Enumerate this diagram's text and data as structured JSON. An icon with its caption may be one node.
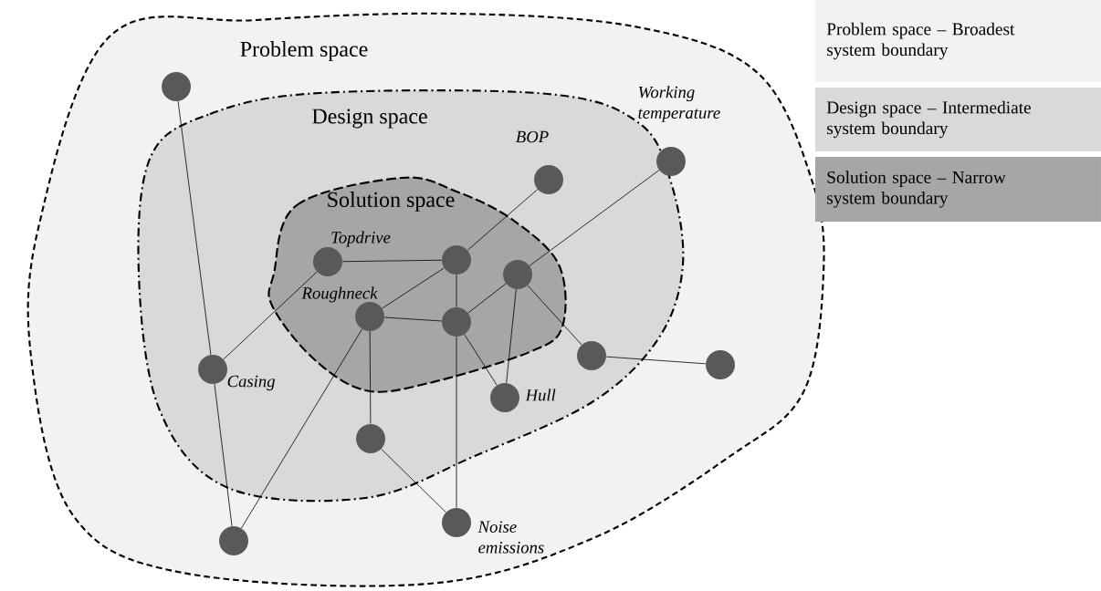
{
  "diagram": {
    "nodes": [
      {
        "text": [
          "Problem space"
        ]
      },
      {
        "text": [
          "Design space"
        ],
        "in": 0
      },
      {
        "text": [
          "Solution space"
        ],
        "in": 1
      },
      {
        "text": [],
        "shape": "circle",
        "in": 0
      },
      {
        "text": [],
        "shape": "circle",
        "in": 2,
        "beside": [
          "Topdrive"
        ]
      },
      {
        "text": [],
        "shape": "circle",
        "in": 2
      },
      {
        "text": [],
        "shape": "circle",
        "in": 2
      },
      {
        "text": [],
        "shape": "circle",
        "in": 2,
        "beside": [
          "Roughneck"
        ]
      },
      {
        "text": [],
        "shape": "circle",
        "in": 2
      },
      {
        "text": [],
        "shape": "circle",
        "in": 1,
        "beside": [
          "BOP"
        ]
      },
      {
        "text": [],
        "shape": "circle",
        "in": 1,
        "beside": [
          "Working temperature"
        ]
      },
      {
        "text": [],
        "shape": "circle",
        "in": 1,
        "beside": [
          "Casing"
        ]
      },
      {
        "text": [],
        "shape": "circle",
        "in": 1,
        "beside": [
          "Hull"
        ]
      },
      {
        "text": [],
        "shape": "circle",
        "in": 1
      },
      {
        "text": [],
        "shape": "circle",
        "in": 0
      },
      {
        "text": [],
        "shape": "circle",
        "in": 1
      },
      {
        "text": [],
        "shape": "circle",
        "in": 0,
        "beside": [
          "Noise emissions"
        ]
      },
      {
        "text": [],
        "shape": "circle",
        "in": 0
      }
    ],
    "edges": [
      {
        "from": 3,
        "to": 11,
        "arrow": "none"
      },
      {
        "from": 11,
        "to": 17,
        "arrow": "none"
      },
      {
        "from": 11,
        "to": 4,
        "arrow": "none"
      },
      {
        "from": 4,
        "to": 5,
        "arrow": "none"
      },
      {
        "from": 5,
        "to": 9,
        "arrow": "none"
      },
      {
        "from": 5,
        "to": 7,
        "arrow": "none"
      },
      {
        "from": 5,
        "to": 8,
        "arrow": "none"
      },
      {
        "from": 7,
        "to": 8,
        "arrow": "none"
      },
      {
        "from": 7,
        "to": 15,
        "arrow": "none"
      },
      {
        "from": 7,
        "to": 17,
        "arrow": "none"
      },
      {
        "from": 8,
        "to": 6,
        "arrow": "none"
      },
      {
        "from": 6,
        "to": 10,
        "arrow": "none"
      },
      {
        "from": 6,
        "to": 12,
        "arrow": "none"
      },
      {
        "from": 6,
        "to": 13,
        "arrow": "none"
      },
      {
        "from": 8,
        "to": 12,
        "arrow": "none"
      },
      {
        "from": 8,
        "to": 16,
        "arrow": "none"
      },
      {
        "from": 15,
        "to": 16,
        "arrow": "none"
      },
      {
        "from": 13,
        "to": 14,
        "arrow": "none"
      }
    ],
    "legend": [
      {
        "text": "Problem space – Broadest system boundary",
        "color": "#f2f2f2"
      },
      {
        "text": "Design space – Intermediate system boundary",
        "color": "#d9d9d9"
      },
      {
        "text": "Solution space – Narrow system boundary",
        "color": "#a6a6a6"
      }
    ]
  }
}
